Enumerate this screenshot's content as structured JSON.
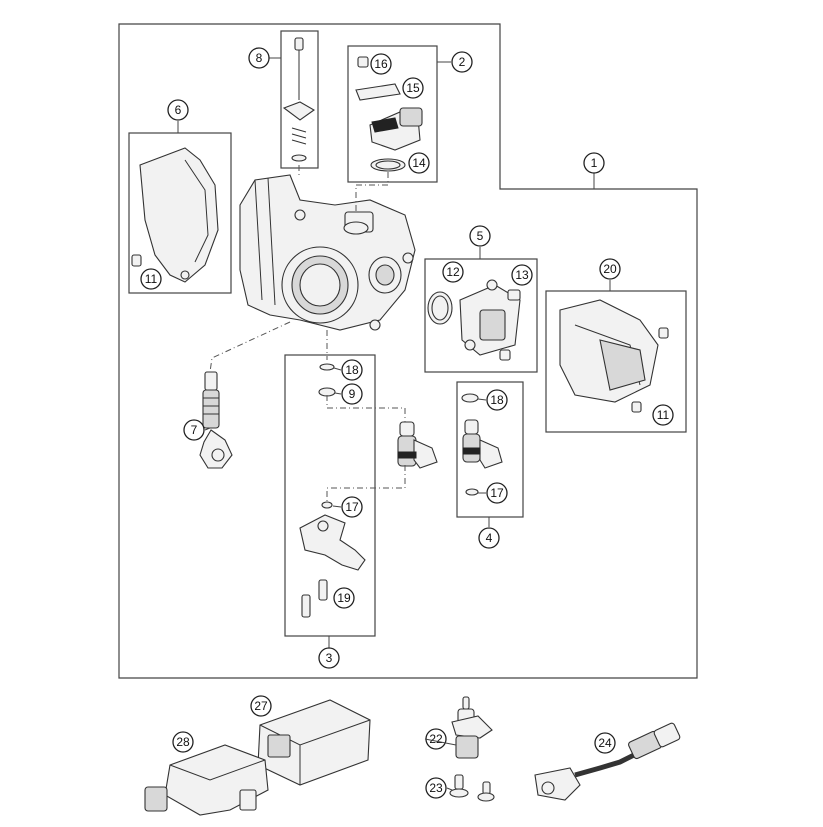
{
  "diagram": {
    "callouts": [
      {
        "id": "c1",
        "label": "1"
      },
      {
        "id": "c2",
        "label": "2"
      },
      {
        "id": "c3",
        "label": "3"
      },
      {
        "id": "c4",
        "label": "4"
      },
      {
        "id": "c5",
        "label": "5"
      },
      {
        "id": "c6",
        "label": "6"
      },
      {
        "id": "c7",
        "label": "7"
      },
      {
        "id": "c8",
        "label": "8"
      },
      {
        "id": "c9",
        "label": "9"
      },
      {
        "id": "c11a",
        "label": "11"
      },
      {
        "id": "c11b",
        "label": "11"
      },
      {
        "id": "c12",
        "label": "12"
      },
      {
        "id": "c13",
        "label": "13"
      },
      {
        "id": "c14",
        "label": "14"
      },
      {
        "id": "c15",
        "label": "15"
      },
      {
        "id": "c16",
        "label": "16"
      },
      {
        "id": "c17a",
        "label": "17"
      },
      {
        "id": "c17b",
        "label": "17"
      },
      {
        "id": "c18a",
        "label": "18"
      },
      {
        "id": "c18b",
        "label": "18"
      },
      {
        "id": "c19",
        "label": "19"
      },
      {
        "id": "c20",
        "label": "20"
      },
      {
        "id": "c22",
        "label": "22"
      },
      {
        "id": "c23",
        "label": "23"
      },
      {
        "id": "c24",
        "label": "24"
      },
      {
        "id": "c27",
        "label": "27"
      },
      {
        "id": "c28",
        "label": "28"
      }
    ]
  }
}
